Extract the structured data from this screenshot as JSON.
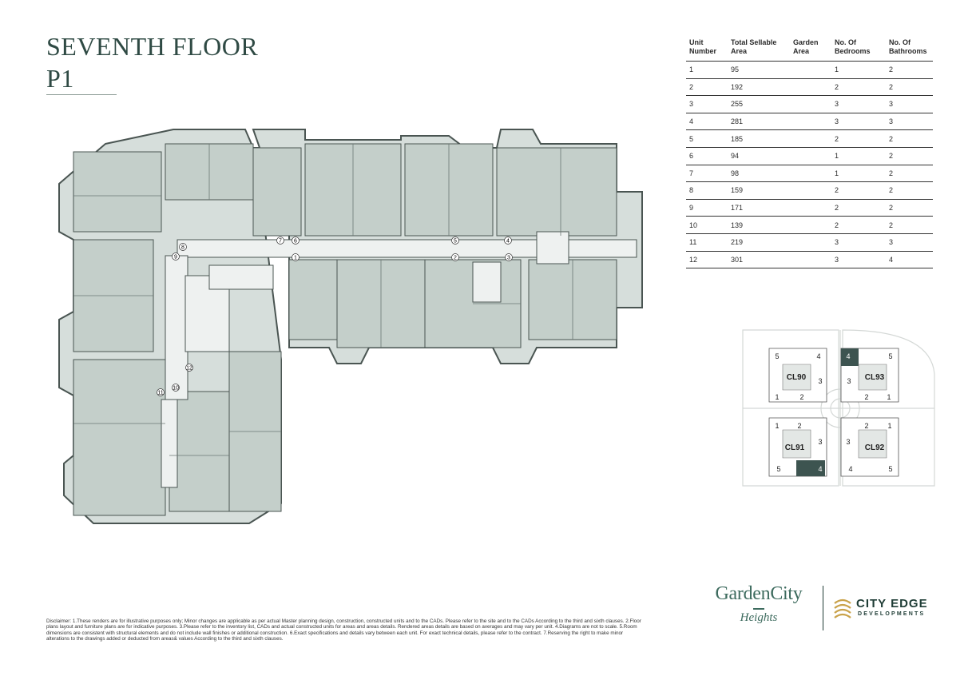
{
  "title": {
    "line1": "SEVENTH FLOOR",
    "line2": "P1"
  },
  "unit_table": {
    "headers": [
      [
        "Unit",
        "Number"
      ],
      [
        "Total Sellable",
        "Area"
      ],
      [
        "Garden",
        "Area"
      ],
      [
        "No. Of",
        "Bedrooms"
      ],
      [
        "No. Of",
        "Bathrooms"
      ]
    ],
    "rows": [
      [
        "1",
        "95",
        "",
        "1",
        "2"
      ],
      [
        "2",
        "192",
        "",
        "2",
        "2"
      ],
      [
        "3",
        "255",
        "",
        "3",
        "3"
      ],
      [
        "4",
        "281",
        "",
        "3",
        "3"
      ],
      [
        "5",
        "185",
        "",
        "2",
        "2"
      ],
      [
        "6",
        "94",
        "",
        "1",
        "2"
      ],
      [
        "7",
        "98",
        "",
        "1",
        "2"
      ],
      [
        "8",
        "159",
        "",
        "2",
        "2"
      ],
      [
        "9",
        "171",
        "",
        "2",
        "2"
      ],
      [
        "10",
        "139",
        "",
        "2",
        "2"
      ],
      [
        "11",
        "219",
        "",
        "3",
        "3"
      ],
      [
        "12",
        "301",
        "",
        "3",
        "4"
      ]
    ]
  },
  "floor_plan": {
    "unit_markers": [
      "1",
      "2",
      "3",
      "4",
      "5",
      "6",
      "7",
      "8",
      "9",
      "10",
      "11",
      "12"
    ],
    "colors": {
      "unit_fill": "#d3dbd8",
      "unit_fill_alt": "#c6d0cc",
      "corridor": "#edf0ef",
      "wall": "#4a5552"
    }
  },
  "key_plan": {
    "blocks": [
      {
        "name": "CL90",
        "numbers": [
          "5",
          "4",
          "3",
          "1",
          "2"
        ]
      },
      {
        "name": "CL93",
        "numbers": [
          "4",
          "5",
          "3",
          "2",
          "1"
        ]
      },
      {
        "name": "CL91",
        "numbers": [
          "1",
          "2",
          "3",
          "5",
          "4"
        ]
      },
      {
        "name": "CL92",
        "numbers": [
          "2",
          "1",
          "3",
          "4",
          "5"
        ]
      }
    ],
    "highlight_color": "#3d5450"
  },
  "branding": {
    "gardencity": "GardenCity",
    "heights": "Heights",
    "cityedge_line1": "CITY EDGE",
    "cityedge_line2": "DEVELOPMENTS",
    "brand_color": "#3d6b5e",
    "mark_color": "#c9a24a"
  },
  "disclaimer": "Disclaimer: 1.These renders are for illustrative purposes only; Minor changes are applicable as per actual Master planning design, construction, constructed units and to the CADs. Please refer to the site and to the CADs According to the third and sixth clauses. 2.Floor plans layout and furniture plans are for indicative purposes. 3.Please refer to the inventory list, CADs and actual constructed units for areas and areas details. Rendered areas details are based on averages and may vary per unit. 4.Diagrams are not to scale. 5.Room dimensions are consistent with structural elements and do not include wall finishes or additional construction. 6.Exact specifications and details vary between each unit. For exact technical details, please refer to the contract. 7.Reserving the right to make minor alterations to the drawings added or deducted from areas& values According to the third and sixth clauses."
}
